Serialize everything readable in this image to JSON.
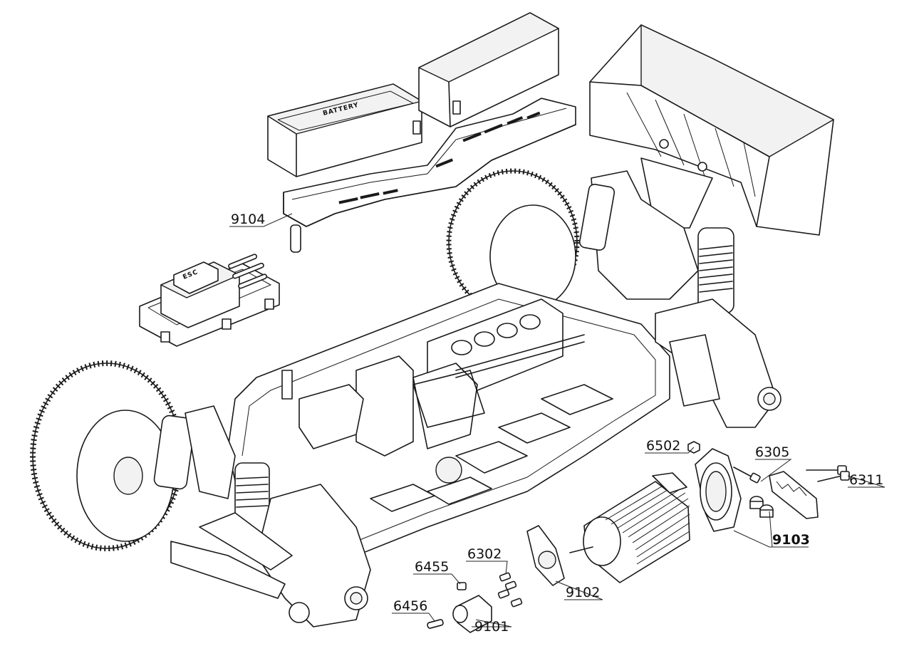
{
  "part_labels": {
    "p9104": "9104",
    "p6502": "6502",
    "p6305": "6305",
    "p6311": "6311",
    "p9103": "9103",
    "p6302": "6302",
    "p6455": "6455",
    "p9102": "9102",
    "p6456": "6456",
    "p9101": "9101"
  },
  "component_text": {
    "battery": "BATTERY",
    "esc": "ESC"
  }
}
